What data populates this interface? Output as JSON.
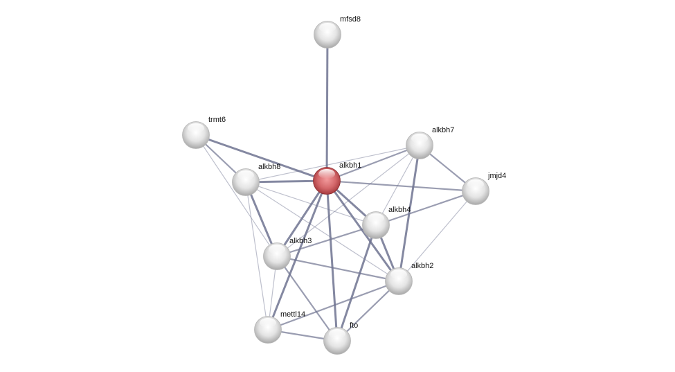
{
  "colors": {
    "edge": "#6f7390",
    "node": "#d9d9d9",
    "query_node": "#d45a5e"
  },
  "nodes": [
    {
      "id": "mfsd8",
      "label": "mfsd8",
      "query": false
    },
    {
      "id": "trmt6",
      "label": "trmt6",
      "query": false
    },
    {
      "id": "alkbh7",
      "label": "alkbh7",
      "query": false
    },
    {
      "id": "alkbh1",
      "label": "alkbh1",
      "query": true
    },
    {
      "id": "alkbh8",
      "label": "alkbh8",
      "query": false
    },
    {
      "id": "jmjd4",
      "label": "jmjd4",
      "query": false
    },
    {
      "id": "alkbh4",
      "label": "alkbh4",
      "query": false
    },
    {
      "id": "alkbh3",
      "label": "alkbh3",
      "query": false
    },
    {
      "id": "alkbh2",
      "label": "alkbh2",
      "query": false
    },
    {
      "id": "mettl14",
      "label": "mettl14",
      "query": false
    },
    {
      "id": "fto",
      "label": "fto",
      "query": false
    }
  ],
  "edges": [
    {
      "source": "mfsd8",
      "target": "alkbh1",
      "strength": 3
    },
    {
      "source": "trmt6",
      "target": "alkbh1",
      "strength": 3
    },
    {
      "source": "trmt6",
      "target": "alkbh8",
      "strength": 2
    },
    {
      "source": "trmt6",
      "target": "alkbh3",
      "strength": 1
    },
    {
      "source": "alkbh8",
      "target": "alkbh1",
      "strength": 3
    },
    {
      "source": "alkbh8",
      "target": "alkbh7",
      "strength": 1
    },
    {
      "source": "alkbh8",
      "target": "alkbh3",
      "strength": 3
    },
    {
      "source": "alkbh8",
      "target": "alkbh4",
      "strength": 1
    },
    {
      "source": "alkbh8",
      "target": "alkbh2",
      "strength": 1
    },
    {
      "source": "alkbh8",
      "target": "mettl14",
      "strength": 1
    },
    {
      "source": "alkbh1",
      "target": "alkbh7",
      "strength": 2
    },
    {
      "source": "alkbh1",
      "target": "jmjd4",
      "strength": 2
    },
    {
      "source": "alkbh1",
      "target": "alkbh4",
      "strength": 3
    },
    {
      "source": "alkbh1",
      "target": "alkbh2",
      "strength": 3
    },
    {
      "source": "alkbh1",
      "target": "alkbh3",
      "strength": 3
    },
    {
      "source": "alkbh1",
      "target": "mettl14",
      "strength": 3
    },
    {
      "source": "alkbh1",
      "target": "fto",
      "strength": 3
    },
    {
      "source": "alkbh7",
      "target": "jmjd4",
      "strength": 2
    },
    {
      "source": "alkbh7",
      "target": "alkbh4",
      "strength": 1
    },
    {
      "source": "alkbh7",
      "target": "alkbh2",
      "strength": 3
    },
    {
      "source": "alkbh7",
      "target": "alkbh3",
      "strength": 1
    },
    {
      "source": "jmjd4",
      "target": "alkbh4",
      "strength": 2
    },
    {
      "source": "jmjd4",
      "target": "alkbh2",
      "strength": 1
    },
    {
      "source": "alkbh4",
      "target": "alkbh3",
      "strength": 2
    },
    {
      "source": "alkbh4",
      "target": "alkbh2",
      "strength": 3
    },
    {
      "source": "alkbh4",
      "target": "fto",
      "strength": 3
    },
    {
      "source": "alkbh3",
      "target": "alkbh2",
      "strength": 2
    },
    {
      "source": "alkbh3",
      "target": "fto",
      "strength": 2
    },
    {
      "source": "alkbh3",
      "target": "mettl14",
      "strength": 1
    },
    {
      "source": "alkbh2",
      "target": "mettl14",
      "strength": 2
    },
    {
      "source": "alkbh2",
      "target": "fto",
      "strength": 2
    },
    {
      "source": "mettl14",
      "target": "fto",
      "strength": 2
    }
  ]
}
